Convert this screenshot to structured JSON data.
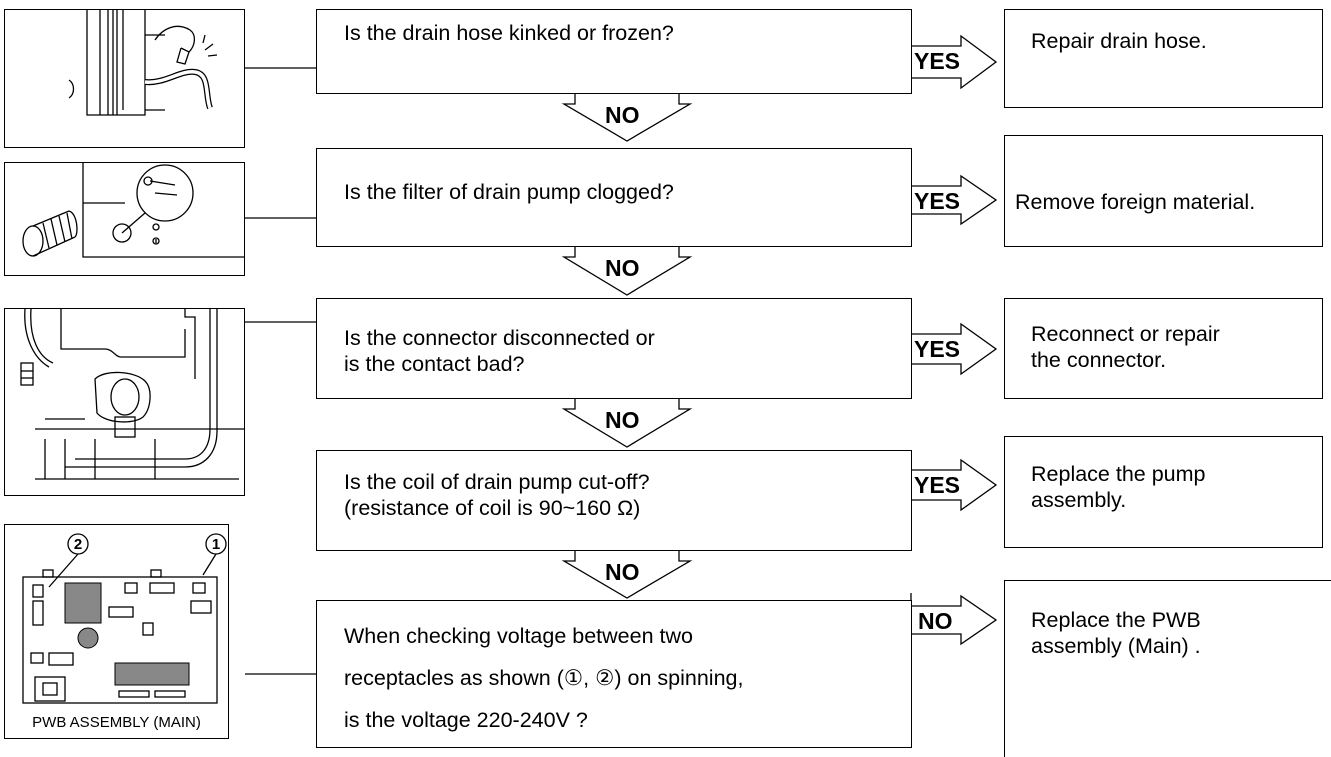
{
  "steps": [
    {
      "question": "Is the drain hose kinked or frozen?",
      "yes_label": "YES",
      "no_label": "NO",
      "action": "Repair drain hose.",
      "illustration": "drain-hose-illustration"
    },
    {
      "question": "Is the filter of drain pump clogged?",
      "yes_label": "YES",
      "no_label": "NO",
      "action": "Remove foreign material.",
      "illustration": "pump-filter-illustration"
    },
    {
      "question": "Is the connector disconnected or\nis the contact bad?",
      "yes_label": "YES",
      "no_label": "NO",
      "action": "Reconnect or repair\n the connector.",
      "illustration": "pump-connector-illustration"
    },
    {
      "question": "Is the coil of drain pump cut-off?\n(resistance of coil is 90~160 Ω)",
      "yes_label": "YES",
      "no_label": "NO",
      "action": "Replace the pump\nassembly.",
      "illustration": "drain-pump-illustration"
    },
    {
      "question_lines": [
        "When checking voltage between two",
        "receptacles as shown (①, ②) on spinning,",
        "is the voltage 220-240V ?"
      ],
      "branch_label": "NO",
      "action": "Replace the PWB\nassembly (Main) .",
      "illustration": "pwb-assembly-illustration"
    }
  ],
  "pwb": {
    "caption": "PWB ASSEMBLY (MAIN)",
    "marker_1": "1",
    "marker_2": "2"
  },
  "colors": {
    "line": "#000000",
    "background": "#ffffff",
    "component_fill": "#888888"
  }
}
